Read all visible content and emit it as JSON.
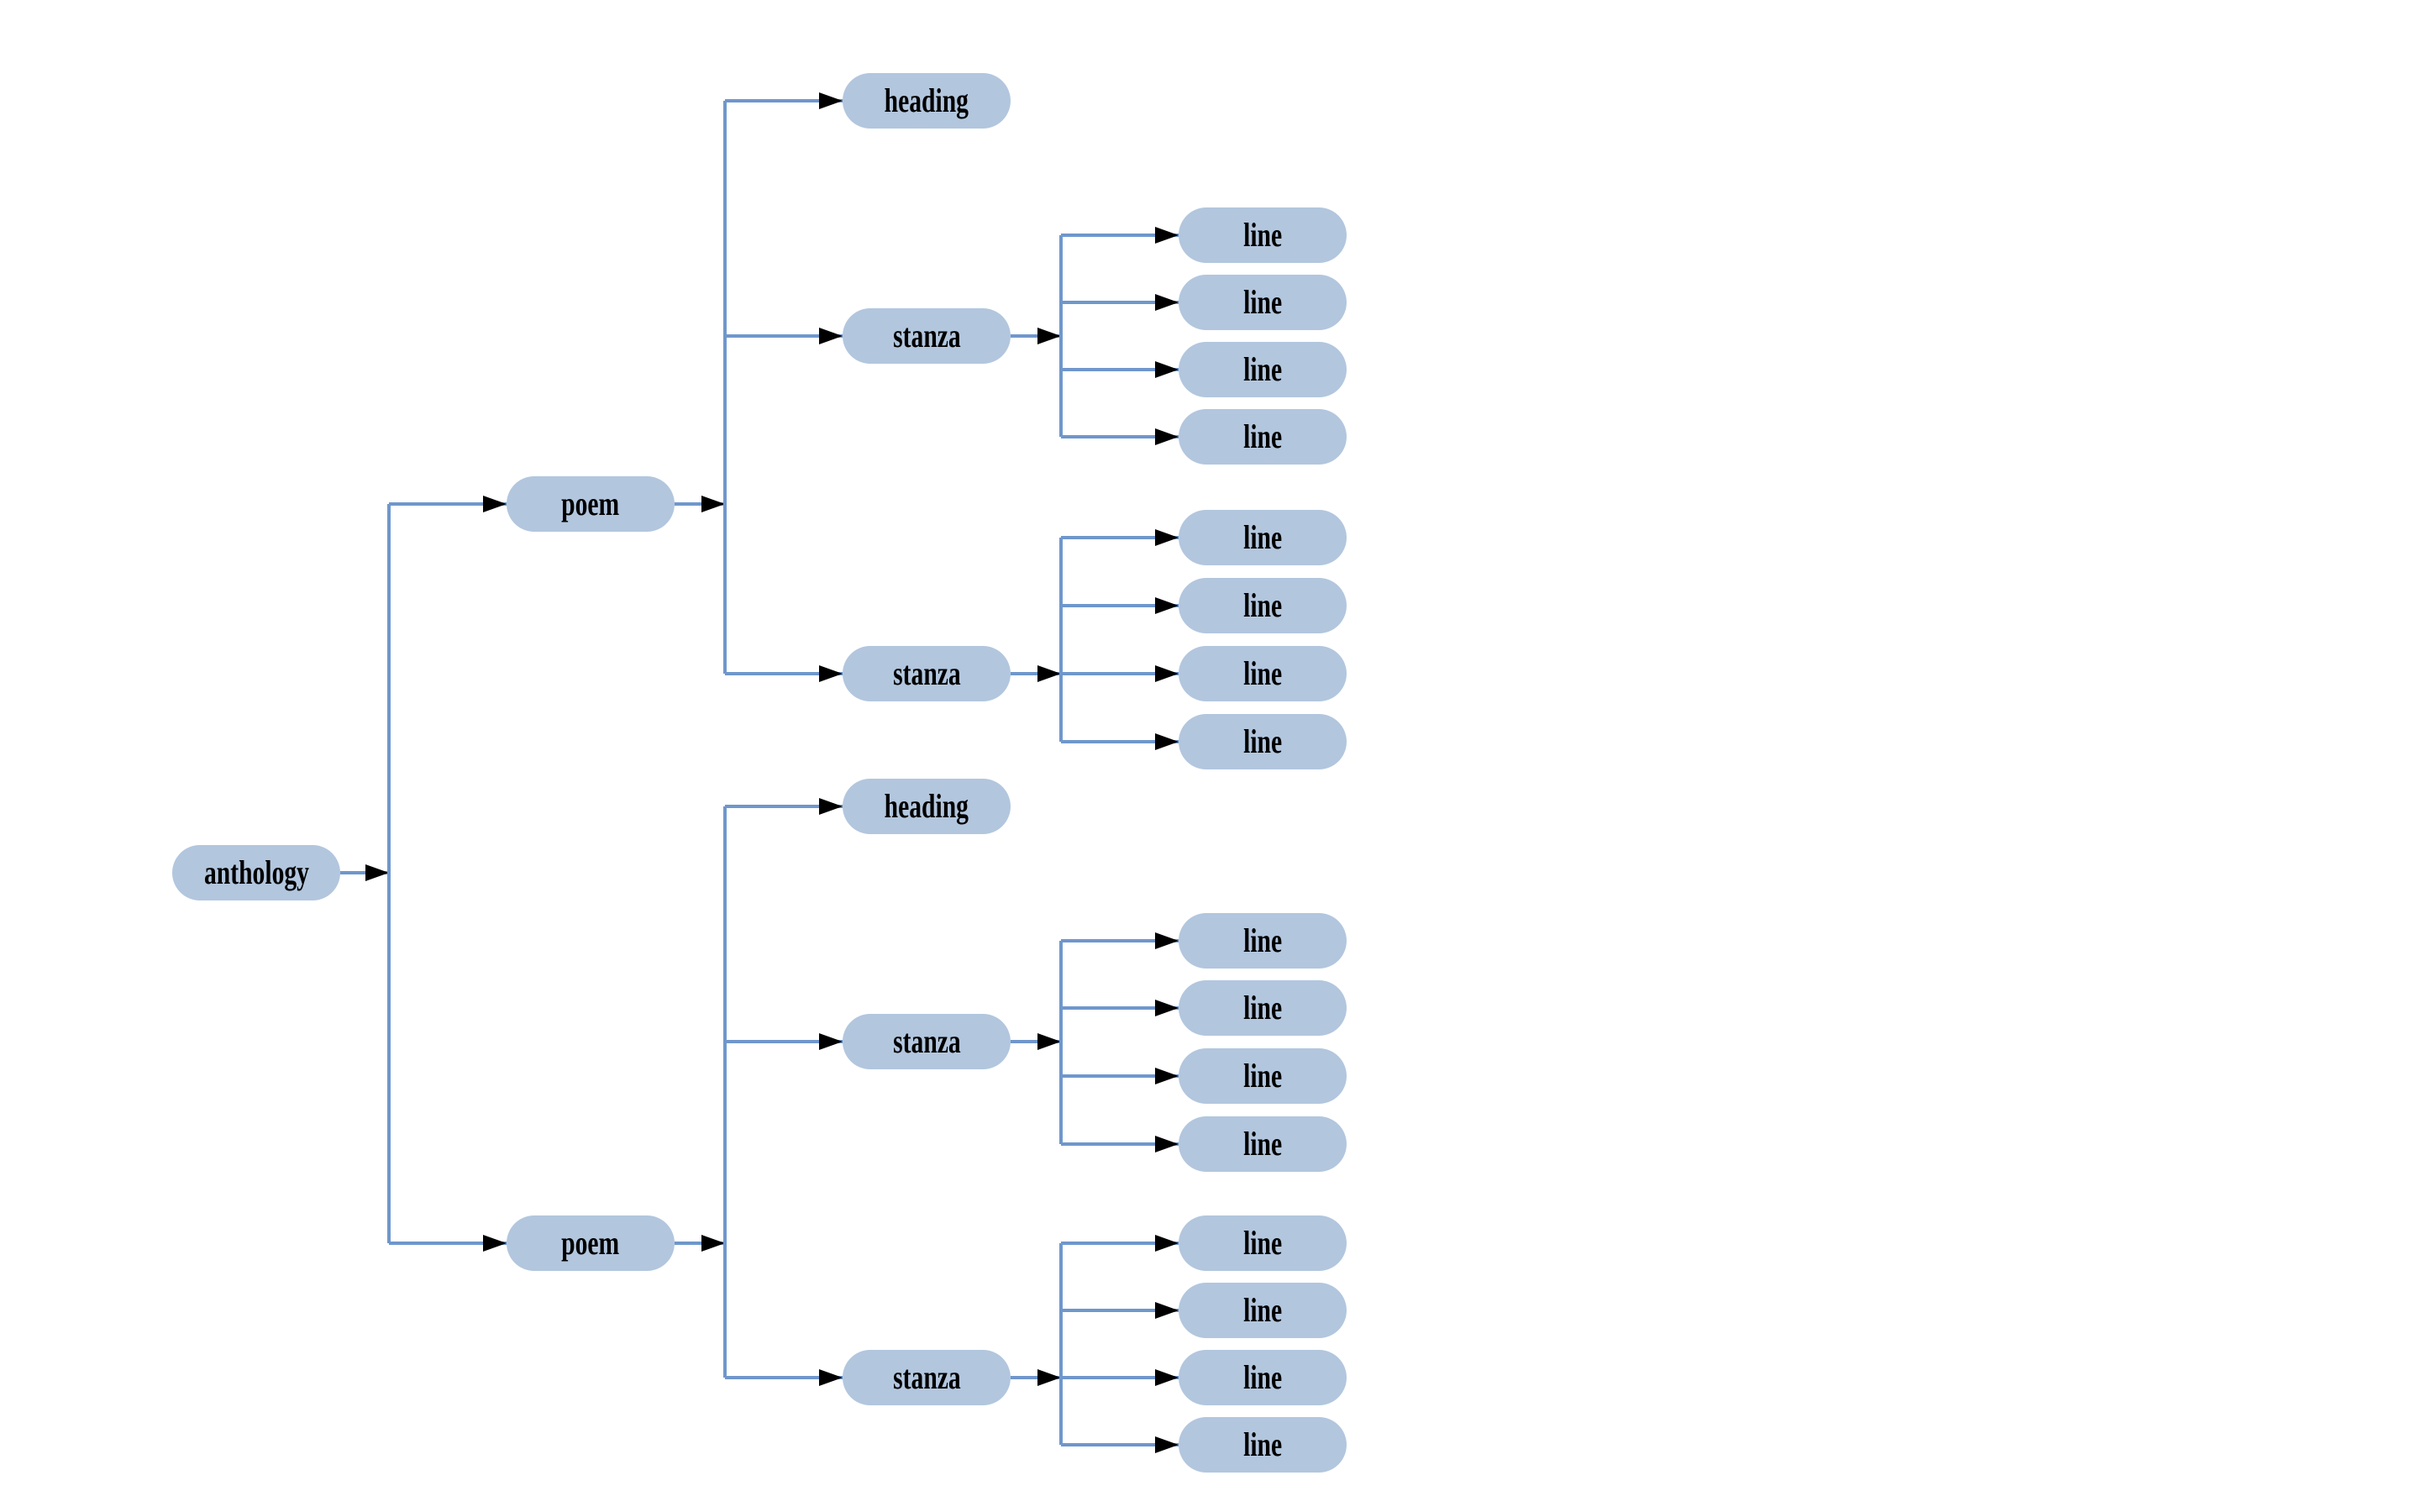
{
  "diagram": {
    "type": "tree",
    "orientation": "left-to-right",
    "node_shape": "rounded-pill",
    "colors": {
      "node_fill": "#b2c6de",
      "edge": "#6f97cb",
      "arrow": "#000000",
      "text": "#000000",
      "background": "#ffffff"
    },
    "root": {
      "label": "anthology"
    },
    "poems": [
      {
        "label": "poem",
        "heading": {
          "label": "heading"
        },
        "stanzas": [
          {
            "label": "stanza",
            "lines": [
              {
                "label": "line"
              },
              {
                "label": "line"
              },
              {
                "label": "line"
              },
              {
                "label": "line"
              }
            ]
          },
          {
            "label": "stanza",
            "lines": [
              {
                "label": "line"
              },
              {
                "label": "line"
              },
              {
                "label": "line"
              },
              {
                "label": "line"
              }
            ]
          }
        ]
      },
      {
        "label": "poem",
        "heading": {
          "label": "heading"
        },
        "stanzas": [
          {
            "label": "stanza",
            "lines": [
              {
                "label": "line"
              },
              {
                "label": "line"
              },
              {
                "label": "line"
              },
              {
                "label": "line"
              }
            ]
          },
          {
            "label": "stanza",
            "lines": [
              {
                "label": "line"
              },
              {
                "label": "line"
              },
              {
                "label": "line"
              },
              {
                "label": "line"
              }
            ]
          }
        ]
      }
    ]
  }
}
